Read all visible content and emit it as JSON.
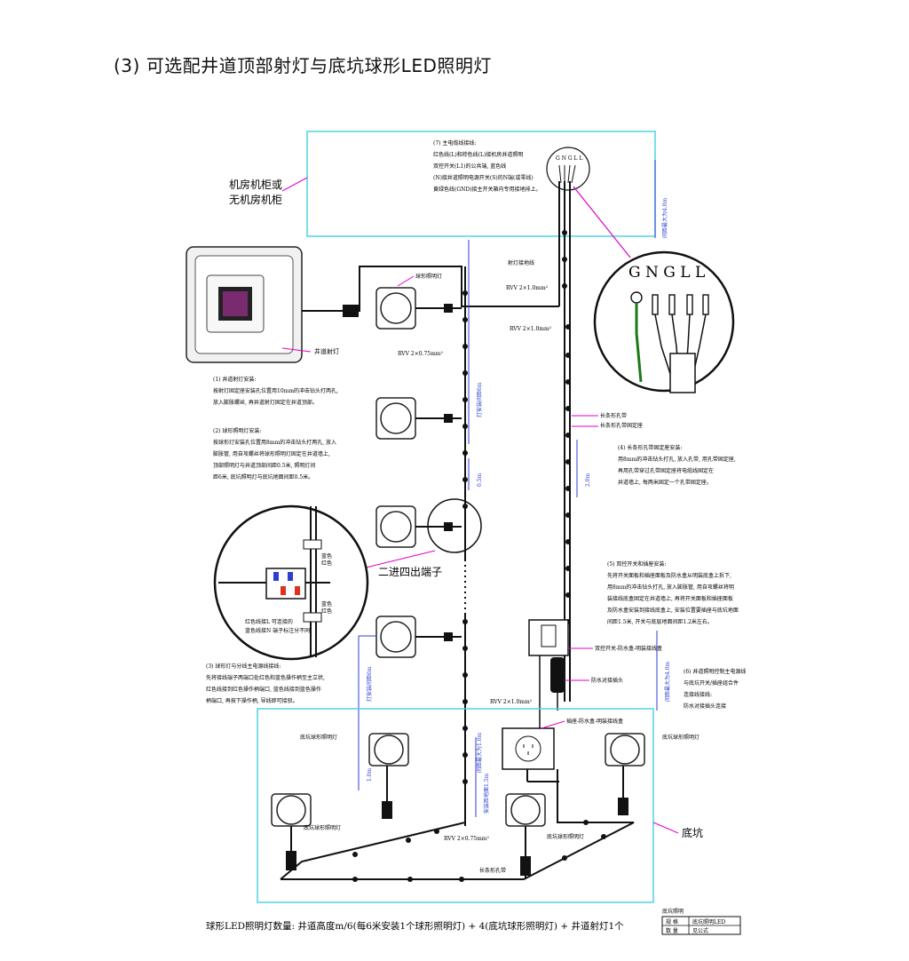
{
  "heading": "(3) 可选配井道顶部射灯与底坑球形LED照明灯",
  "labels": {
    "machine_room": [
      "机房机柜或",
      "无机房机柜"
    ],
    "shaft_spotlight": "井道射灯",
    "spherical_light": "球形照明灯",
    "spot_ground": "射灯接地线",
    "rvv_1": "RVV 2×1.0mm²",
    "rvv_075": "RVV 2×0.75mm²",
    "rvv_1b": "RVV 2×1.0mm²",
    "rvv_1c": "RVV 2×1.0mm²",
    "rvv_075b": "RVV 2×0.75mm²",
    "strip_a": "长条形孔带",
    "strip_b": "长条形孔带固定座",
    "terminal": "二进四出端子",
    "switch_box": "双控开关-防水盒-明装接线盒",
    "waterproof_plug": "防水对接插头",
    "socket_box": "插座-防水盒-明装接线盒",
    "pit_light": "底坑球形照明灯",
    "pit": "底坑",
    "strip_c": "长条形孔带",
    "gngll_small": "G N G L L",
    "gngll_big": "G N G L L",
    "dim_1": "间距最大为4.0m",
    "dim_2": "灯安装间距6m",
    "dim_3": "0.5m",
    "dim_4": "2.0m",
    "dim_5": "灯安装间距6m",
    "dim_6": "间距最大为1.0m",
    "dim_7": "安装距地面1.5m",
    "dim_8": "1.0m",
    "dim_9": "间距最大为4.0m"
  },
  "notes": {
    "n7": [
      "(7) 主电缆线接线:",
      "红色线(L)和棕色线(L)接机房井道照明",
      "双控开关(L1)的公共端, 蓝色线",
      "(N)接井道照明电源开关(S)的N端(或零线)",
      "黄绿色线(GND)接主开关箱内专用接地排上。"
    ],
    "n1": [
      "(1) 井道射灯安装:",
      "按射灯固定座安装孔位置用10mm的冲击钻头打两孔,",
      "放入膨胀螺丝, 再井道射灯固定在井道顶部。"
    ],
    "n2": [
      "(2) 球形照明灯安装:",
      "按球形灯安装孔位置用8mm的冲击钻头打两孔, 放入",
      "膨胀管, 用自攻螺丝将球形照明灯固定在井道墙上,",
      "顶部照明灯与井道顶部间距0.5米, 照明灯间",
      "距6米, 底坑照明灯与底坑地面间距0.5米。"
    ],
    "n3": [
      "(3) 球形灯与分线主电源线接线:",
      "先将接线端子两端口处红色和蓝色操作柄至主立状,",
      "红色线接到红色操作柄端口, 蓝色线接到蓝色操作",
      "柄端口, 再按下操作柄, 导线即可接驳。"
    ],
    "n4": [
      "(4) 长条形孔带固定座安装:",
      "用8mm的冲击钻头打孔, 放入孔带, 用孔带固定座,",
      "再用孔带穿过孔带固定座将电缆线固定在",
      "井道墙上, 每两米固定一个孔带固定座。"
    ],
    "n5": [
      "(5) 双控开关和插座安装:",
      "先将开关面板和插座面板及防水盒从明装底盒上拆下,",
      "用8mm的冲击钻头打孔, 放入膨胀管, 用自攻螺丝将明",
      "装接线底盒固定在井道墙上, 再将开关面板和插座面板",
      "及防水盒安装到接线底盒上, 安装位置要插座与底坑地面",
      "间距1.5米, 开关与底层地面间距1.2米左右。"
    ],
    "n6": [
      "(6) 井道照明控制主电源线",
      "与底坑开关/插座组合件",
      "连接线接线:",
      "防水对接插头连接"
    ],
    "circle_note": [
      "红色线接L 可连接的",
      "蓝色线接N 端子标注分不同"
    ],
    "mini_labels": [
      "蓝色",
      "红色",
      "蓝色",
      "红色"
    ]
  },
  "footer": {
    "formula": "球形LED照明灯数量: 井道高度m/6(每6米安装1个球形照明灯) + 4(底坑球形照明灯) + 井道射灯1个",
    "table_title": "底坑照明",
    "table_cells": [
      "规 格",
      "底坑照明LED",
      "数 量",
      "见公式"
    ]
  },
  "colors": {
    "cyan": "#4fd3e6",
    "blue": "#2c3fd0",
    "magenta": "#e000c8",
    "line": "#1a1a1a"
  }
}
